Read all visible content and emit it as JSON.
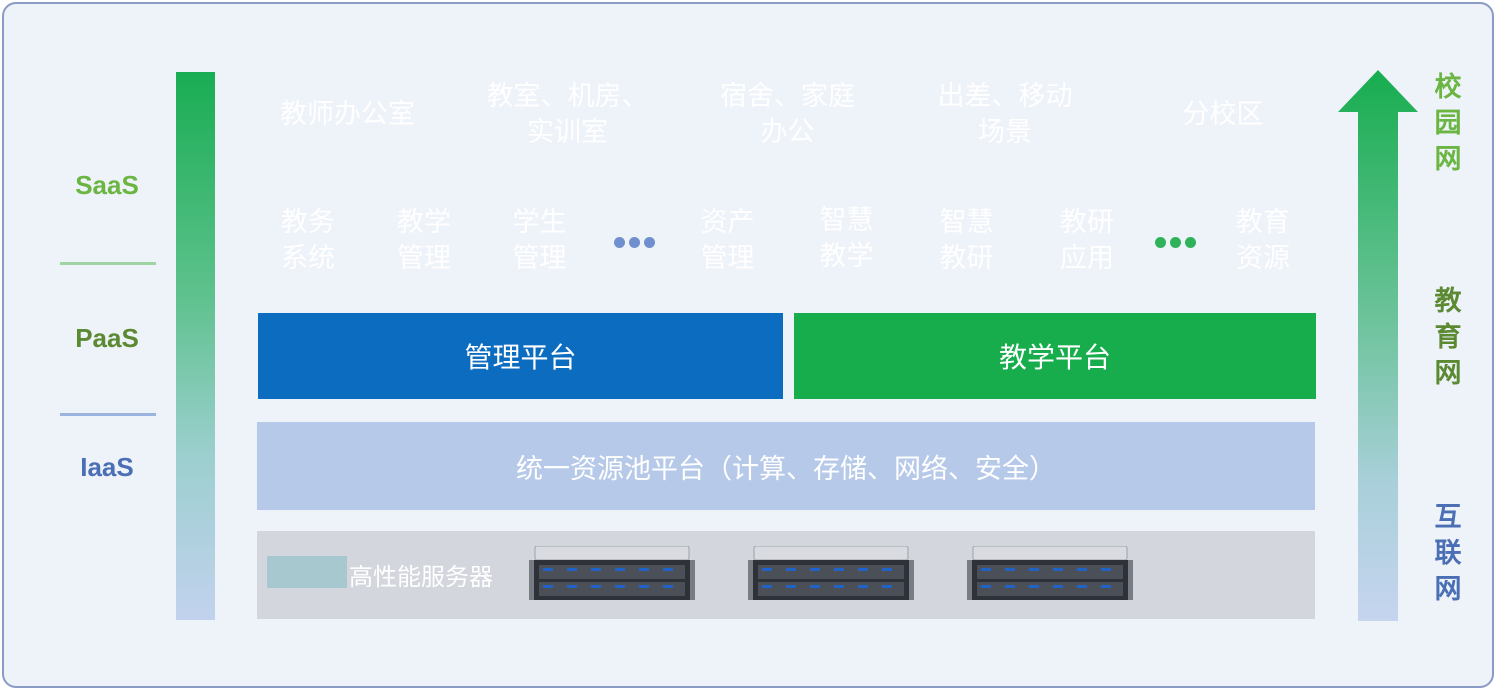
{
  "layers": [
    {
      "label": "SaaS",
      "color": "#6bb642"
    },
    {
      "label": "PaaS",
      "color": "#5c8a33"
    },
    {
      "label": "IaaS",
      "color": "#4a6fb5"
    }
  ],
  "scenes": [
    {
      "text": "教师办公室",
      "tone": "light"
    },
    {
      "text": "教室、机房、\n实训室",
      "tone": "light"
    },
    {
      "text": "宿舍、家庭\n办公",
      "tone": "light"
    },
    {
      "text": "出差、移动\n场景",
      "tone": "dark"
    },
    {
      "text": "分校区",
      "tone": "dark"
    }
  ],
  "apps": [
    {
      "text": "教务\n系统",
      "group": "management"
    },
    {
      "text": "教学\n管理",
      "group": "management"
    },
    {
      "text": "学生\n管理",
      "group": "management"
    },
    {
      "text": "资产\n管理",
      "group": "management"
    },
    {
      "text": "智慧\n教学",
      "group": "teaching"
    },
    {
      "text": "智慧\n教研",
      "group": "teaching"
    },
    {
      "text": "教研\n应用",
      "group": "teaching"
    },
    {
      "text": "教育\n资源",
      "group": "teaching"
    }
  ],
  "platforms": {
    "management": "管理平台",
    "teaching": "教学平台"
  },
  "resource_pool": "统一资源池平台（计算、存储、网络、安全）",
  "hardware": {
    "label": "高性能服务器",
    "server_count": 3
  },
  "networks": [
    {
      "text": "校园网",
      "color": "#6bb642"
    },
    {
      "text": "教育网",
      "color": "#5c8a33"
    },
    {
      "text": "互联网",
      "color": "#4a6fb5"
    }
  ],
  "colors": {
    "management_blue": "#0c6cbf",
    "teaching_green": "#18ad4c",
    "resource_pool": "#b7c9e8",
    "scene_light": "#a7cd96",
    "scene_dark": "#8a9e81",
    "dots_blue": "#6f8fcf",
    "dots_green": "#2fb35a"
  }
}
